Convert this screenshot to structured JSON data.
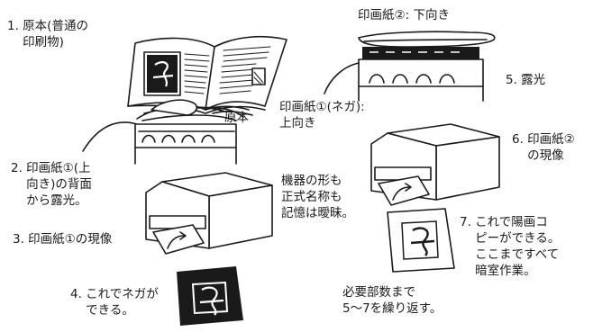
{
  "steps": {
    "s1": "1. 原本(普通の\n    印刷物)",
    "s2": "2. 印画紙①(上\n    向き)の背面\n    から露光。",
    "s3": "3. 印画紙①の現像",
    "s4": "4. これでネガが\n    できる。",
    "s5": "5. 露光",
    "s6": "6. 印画紙②\n    の現像",
    "s7": "7. これで陽画コ\n    ピーができる。\n    ここまですべて\n    暗室作業。"
  },
  "labels": {
    "original": "原本",
    "paper1_neg": "印画紙①(ネガ):\n上向き",
    "paper2_down": "印画紙②: 下向き",
    "memo": "機器の形も\n正式名称も\n記憶は曖昧。",
    "repeat": "必要部数まで\n5〜7を繰り返す。"
  },
  "colors": {
    "ink": "#1a1a1a",
    "paper": "#ffffff"
  }
}
